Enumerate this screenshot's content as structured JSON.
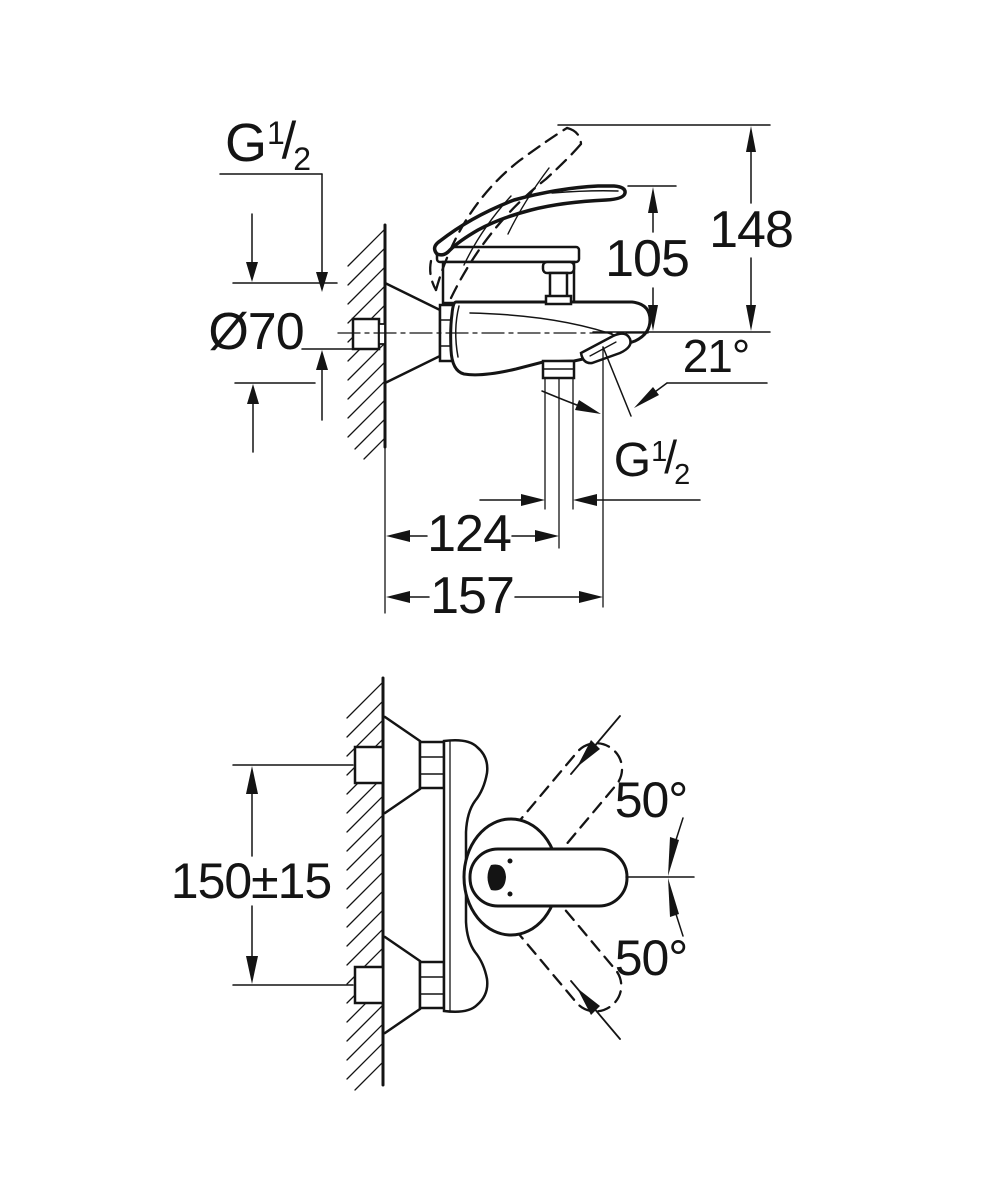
{
  "page": {
    "background": "#ffffff",
    "ink": "#141414"
  },
  "drawing": {
    "side_view": {
      "wall_thread": {
        "letter": "G",
        "numerator": "1",
        "slash": "/",
        "denominator": "2"
      },
      "escutcheon_diameter": "Ø70",
      "height_to_lever": "105",
      "height_lever_raised": "148",
      "spout_angle": "21°",
      "outlet_thread": {
        "letter": "G",
        "numerator": "1",
        "slash": "/",
        "denominator": "2"
      },
      "wall_to_outlet": "124",
      "wall_to_spout_tip": "157"
    },
    "plan_view": {
      "hole_spacing": "150±15",
      "lever_swing_up": "50°",
      "lever_swing_down": "50°"
    }
  }
}
